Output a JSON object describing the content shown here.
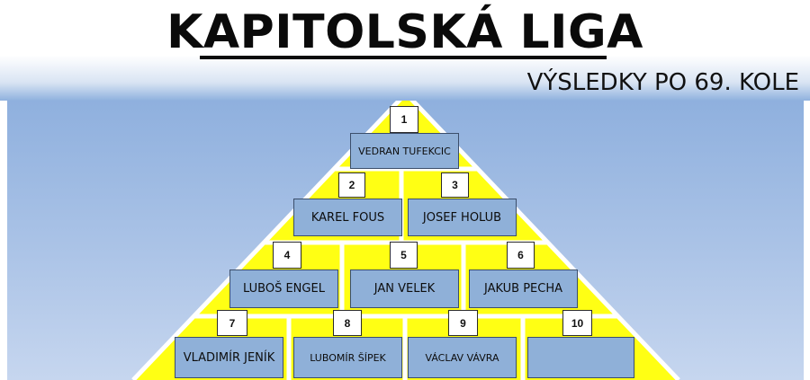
{
  "header": {
    "title": "KAPITOLSKÁ LIGA",
    "subtitle": "VÝSLEDKY PO 69. KOLE"
  },
  "colors": {
    "pyramid_fill": "#ffff14",
    "pyramid_lines": "#ffffff",
    "name_box": "#8fb0d8",
    "background_blue": "#8fb0de"
  },
  "ranking": [
    {
      "rank": "1",
      "name": "VEDRAN TUFEKCIC"
    },
    {
      "rank": "2",
      "name": "KAREL FOUS"
    },
    {
      "rank": "3",
      "name": "JOSEF HOLUB"
    },
    {
      "rank": "4",
      "name": "LUBOŠ ENGEL"
    },
    {
      "rank": "5",
      "name": "JAN VELEK"
    },
    {
      "rank": "6",
      "name": "JAKUB PECHA"
    },
    {
      "rank": "7",
      "name": "VLADIMÍR JENÍK"
    },
    {
      "rank": "8",
      "name": "LUBOMÍR ŠÍPEK"
    },
    {
      "rank": "9",
      "name": "VÁCLAV VÁVRA"
    },
    {
      "rank": "10",
      "name": ""
    }
  ]
}
